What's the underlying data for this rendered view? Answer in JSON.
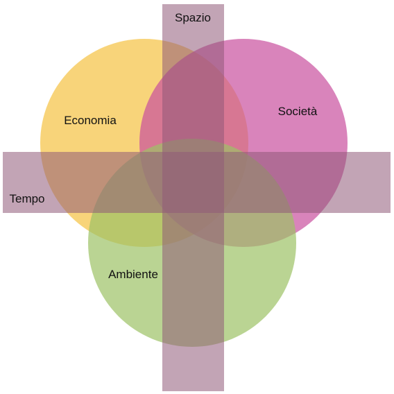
{
  "diagram": {
    "circles": [
      {
        "label": "Economia",
        "color": "#f5c242"
      },
      {
        "label": "Società",
        "color": "#c9509e"
      },
      {
        "label": "Ambiente",
        "color": "#9cc265"
      }
    ],
    "bands": [
      {
        "label": "Spazio",
        "orientation": "vertical",
        "color": "#8f5a78"
      },
      {
        "label": "Tempo",
        "orientation": "horizontal",
        "color": "#8f5a78"
      }
    ]
  }
}
